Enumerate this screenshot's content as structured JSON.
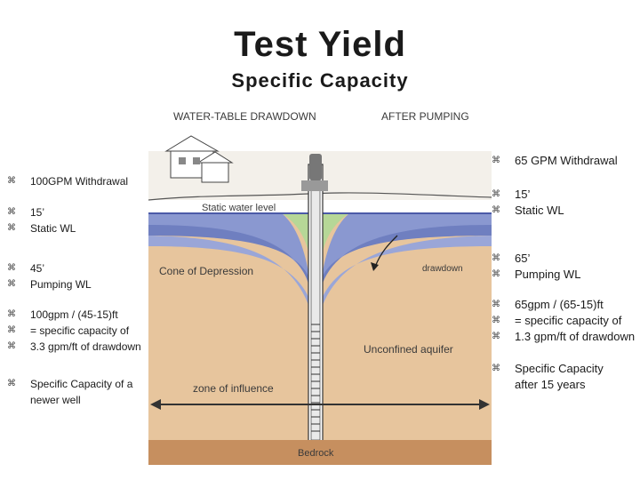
{
  "slide": {
    "title": "Test Yield",
    "subtitle": "Specific Capacity"
  },
  "bullet_icon": "command-key-icon",
  "left_bullets": [
    "100GPM Withdrawal",
    "15’",
    "Static WL",
    "45’",
    "Pumping WL",
    "100gpm / (45-15)ft",
    "= specific capacity of",
    "3.3 gpm/ft of drawdown",
    "Specific Capacity of a",
    "newer well"
  ],
  "right_bullets": [
    "65 GPM Withdrawal",
    "15’",
    "Static WL",
    "65’",
    "Pumping WL",
    "65gpm / (65-15)ft",
    "= specific capacity of",
    "1.3 gpm/ft of drawdown",
    "Specific Capacity",
    "after 15 years"
  ],
  "diagram": {
    "header_left": "WATER-TABLE DRAWDOWN",
    "header_right": "AFTER PUMPING",
    "static_water_level": "Static water level",
    "cone_of_depression": "Cone of Depression",
    "drawdown": "drawdown",
    "unconfined_aquifer": "Unconfined aquifer",
    "zone_of_influence": "zone of influence",
    "bedrock": "Bedrock"
  },
  "colors": {
    "aquifer": "#e7c59d",
    "bedrock": "#c68f5f",
    "cone_blue": "#6f7fc0",
    "cone_green": "#b6d797"
  }
}
